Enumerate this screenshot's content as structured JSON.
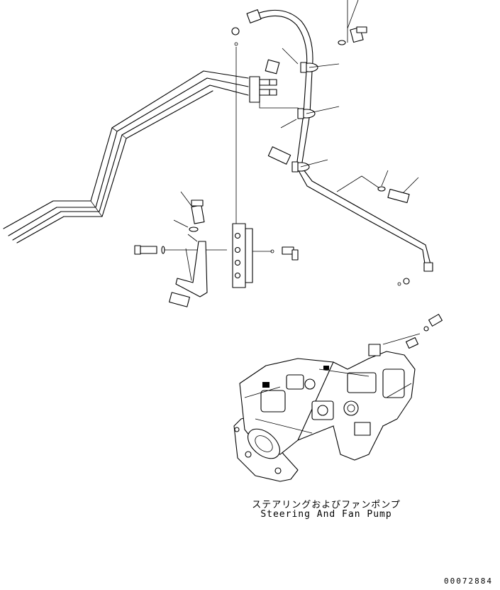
{
  "diagram": {
    "caption_jp": "ステアリングおよびファンポンプ",
    "caption_en": "Steering And Fan Pump",
    "drawing_number": "00072884",
    "line_color": "#000000",
    "background_color": "#ffffff"
  }
}
